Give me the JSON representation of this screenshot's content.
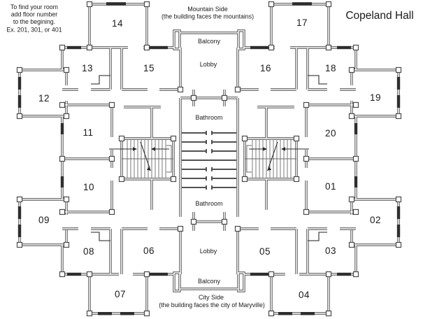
{
  "title": "Copeland Hall",
  "instructions": [
    "To find your room",
    "add floor number",
    "to the begining.",
    "Ex. 201, 301, or 401"
  ],
  "orientation": {
    "mountain": "Mountain Side",
    "mountain_sub": "(the building faces the mountains)",
    "city": "City Side",
    "city_sub": "(the building faces the city of Maryville)"
  },
  "areas": {
    "balcony_top": "Balcony",
    "balcony_bottom": "Balcony",
    "lobby_top": "Lobby",
    "lobby_bottom": "Lobby",
    "bathroom_top": "Bathroom",
    "bathroom_bottom": "Bathroom"
  },
  "rooms": {
    "r01": "01",
    "r02": "02",
    "r03": "03",
    "r04": "04",
    "r05": "05",
    "r06": "06",
    "r07": "07",
    "r08": "08",
    "r09": "09",
    "r10": "10",
    "r11": "11",
    "r12": "12",
    "r13": "13",
    "r14": "14",
    "r15": "15",
    "r16": "16",
    "r17": "17",
    "r18": "18",
    "r19": "19",
    "r20": "20"
  },
  "colors": {
    "wall": "#4a4a4a",
    "window": "#2e2e2e",
    "text": "#1a1a1a",
    "background": "#ffffff"
  }
}
